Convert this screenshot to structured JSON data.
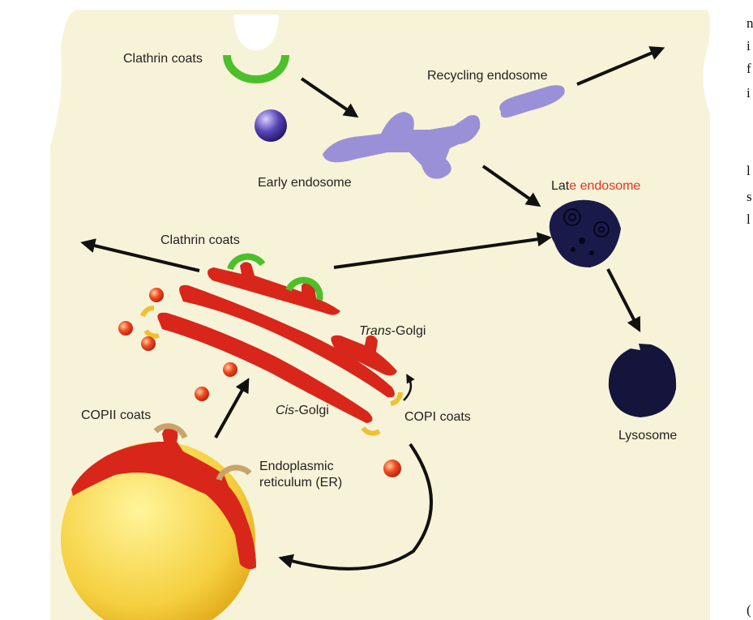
{
  "labels": {
    "clathrin_top": "Clathrin coats",
    "recycling_endosome": "Recycling endosome",
    "early_endosome": "Early endosome",
    "late_endosome_a": "Lat",
    "late_endosome_b": "e endosome",
    "clathrin_golgi": "Clathrin coats",
    "trans_golgi_a": "Trans",
    "trans_golgi_b": "-Golgi",
    "cis_golgi_a": "Cis",
    "cis_golgi_b": "-Golgi",
    "copii_coats": "COPII coats",
    "copi_coats": "COPI coats",
    "er_line1": "Endoplasmic",
    "er_line2": "reticulum (ER)",
    "lysosome": "Lysosome"
  },
  "right_edge_text": [
    "n",
    "i",
    "f",
    "i",
    "",
    "l",
    "s",
    "l",
    "("
  ],
  "colors": {
    "cytoplasm": "#f7f3d8",
    "clathrin": "#4cc02a",
    "cop": "#c8a36a",
    "copi": "#f0c030",
    "golgi": "#d8261a",
    "endosome": "#9a90d8",
    "late_endosome": "#1a1a4a",
    "nucleus": "#f0c838",
    "late_endosome_label": "#e8321c"
  }
}
